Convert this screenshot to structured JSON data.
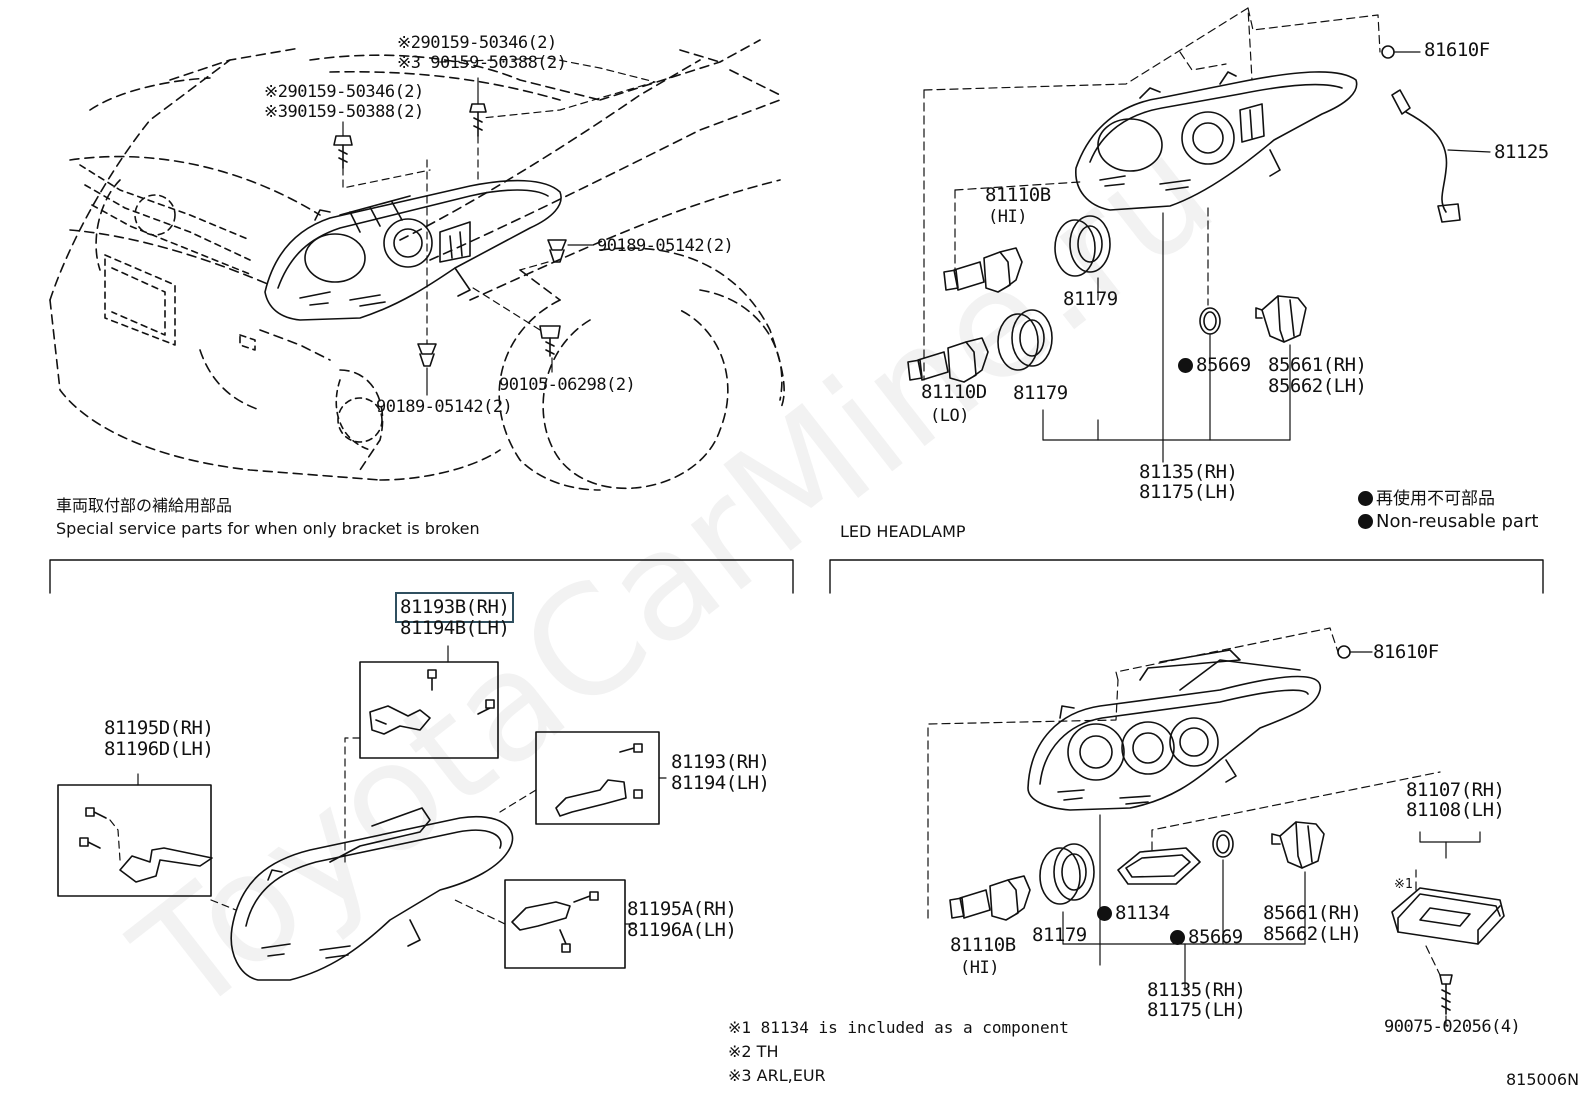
{
  "diagram_code": "815006N",
  "watermark": "ToyotaCarMine.ru",
  "top_left": {
    "bolt_upper_a": "※290159-50346(2)",
    "bolt_upper_b": "※3 90159-50388(2)",
    "bolt_mid_a": "※290159-50346(2)",
    "bolt_mid_b": "※390159-50388(2)",
    "clip_right": "90189-05142(2)",
    "screw_lower": "90105-06298(2)",
    "clip_lower": "90189-05142(2)"
  },
  "top_right": {
    "p81610f": "81610F",
    "p81125": "81125",
    "p81110b": "81110B",
    "hi": "(HI)",
    "p81179a": "81179",
    "p81179b": "81179",
    "p81110d": "81110D",
    "lo": "(LO)",
    "p85669": "85669",
    "p85661": "85661(RH)",
    "p85662": "85662(LH)",
    "p81135": "81135(RH)",
    "p81175": "81175(LH)"
  },
  "legend": {
    "jp": "再使用不可部品",
    "en": "Non-reusable part"
  },
  "section_special": {
    "title_jp": "車両取付部の補給用部品",
    "title_en": "Special service parts for when only bracket is broken",
    "p81193b": "81193B(RH)",
    "p81194b": "81194B(LH)",
    "p81195d": "81195D(RH)",
    "p81196d": "81196D(LH)",
    "p81193": "81193(RH)",
    "p81194": "81194(LH)",
    "p81195a": "81195A(RH)",
    "p81196a": "81196A(LH)"
  },
  "section_led": {
    "title": "LED HEADLAMP",
    "p81610f": "81610F",
    "p81107": "81107(RH)",
    "p81108": "81108(LH)",
    "x1": "※1",
    "p85661": "85661(RH)",
    "p85662": "85662(LH)",
    "p81134": "81134",
    "p85669": "85669",
    "p81110b": "81110B",
    "hi": "(HI)",
    "p81179": "81179",
    "p81135": "81135(RH)",
    "p81175": "81175(LH)",
    "p90075": "90075-02056(4)"
  },
  "footnotes": {
    "n1": "※1 81134 is included as a component",
    "n2": "※2 TH",
    "n3": "※3 ARL,EUR"
  }
}
